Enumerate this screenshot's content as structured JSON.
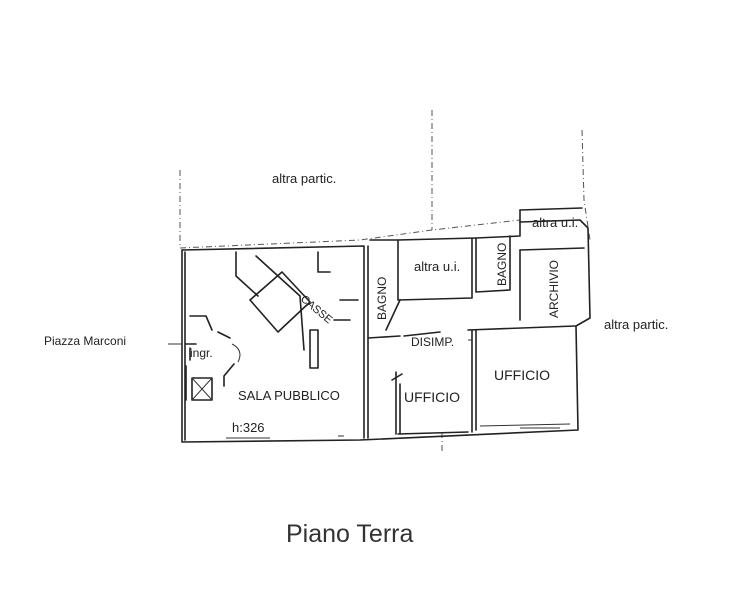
{
  "plan": {
    "title": "Piano Terra",
    "street": "Piazza Marconi",
    "labels": {
      "neighbor_top": "altra partic.",
      "neighbor_right": "altra partic.",
      "unit_top_right": "altra u.i.",
      "unit_middle": "altra u.i.",
      "bagno_left": "BAGNO",
      "bagno_right": "BAGNO",
      "archivio": "ARCHIVIO",
      "casse": "CASSE",
      "ingresso": "ingr.",
      "disimpegno": "DISIMP.",
      "ufficio_large": "UFFICIO",
      "ufficio_small": "UFFICIO",
      "sala_pubblico": "SALA PUBBLICO",
      "height": "h:326"
    }
  }
}
